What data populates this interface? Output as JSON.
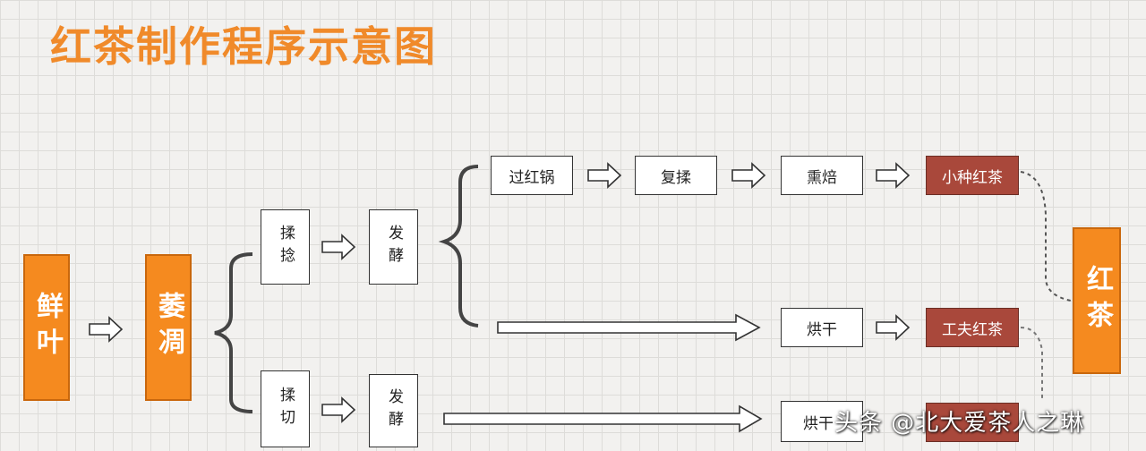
{
  "title": "红茶制作程序示意图",
  "nodes": {
    "fresh_leaf": "鲜叶",
    "wither": "萎凋",
    "roll_top": "揉捻",
    "ferment_top": "发酵",
    "roll_cut": "揉切",
    "ferment_bottom": "发酵",
    "red_wok": "过红锅",
    "re_roll": "复揉",
    "smoke_dry": "熏焙",
    "souchong": "小种红茶",
    "dry_mid": "烘干",
    "gongfu": "工夫红茶",
    "dry_bottom": "烘干",
    "black_tea": "红茶"
  },
  "watermark": "头条 @北大爱茶人之琳",
  "colors": {
    "orange": "#f58a1f",
    "red_box": "#a9483b",
    "title": "#f08a2a"
  }
}
